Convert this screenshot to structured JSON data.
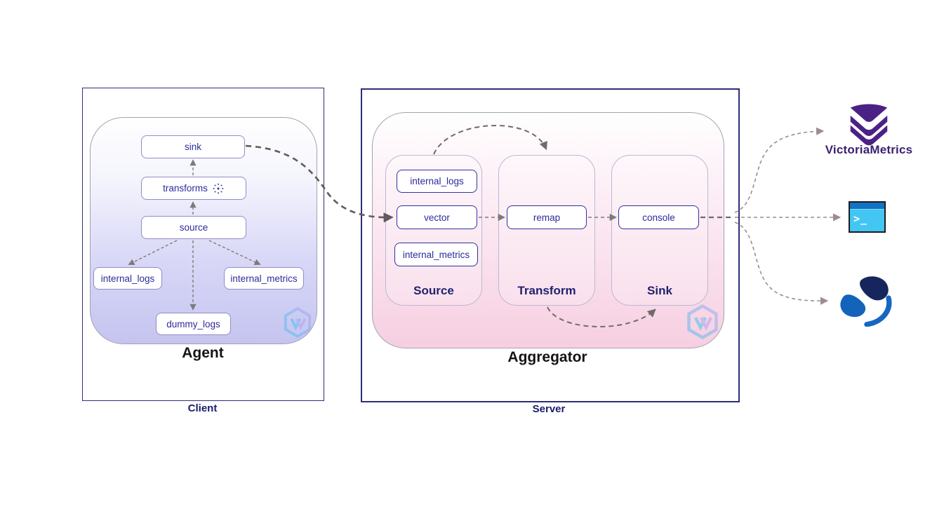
{
  "client": {
    "label": "Client",
    "agent": {
      "title": "Agent",
      "nodes": {
        "sink": "sink",
        "transforms": "transforms",
        "source": "source",
        "internal_logs": "internal_logs",
        "internal_metrics": "internal_metrics",
        "dummy_logs": "dummy_logs"
      }
    }
  },
  "server": {
    "label": "Server",
    "aggregator": {
      "title": "Aggregator",
      "groups": {
        "source": {
          "label": "Source",
          "nodes": {
            "internal_logs": "internal_logs",
            "vector": "vector",
            "internal_metrics": "internal_metrics"
          }
        },
        "transform": {
          "label": "Transform",
          "nodes": {
            "remap": "remap"
          }
        },
        "sink": {
          "label": "Sink",
          "nodes": {
            "console": "console"
          }
        }
      }
    }
  },
  "destinations": {
    "victoriametrics": {
      "label": "VictoriaMetrics"
    },
    "terminal": {
      "prompt": ">_"
    },
    "sematext": {}
  },
  "icons": {
    "transforms_sparkle": "dotted-circle-sparkle",
    "vector_watermark": "vector-hexagon-logo",
    "victoriametrics": "stacked-chevrons-logo",
    "terminal": "console-window-icon",
    "sematext": "blue-s-swirl-logo"
  },
  "colors": {
    "frame_border": "#2d2d78",
    "label_navy": "#1b1b70",
    "title_dark": "#141414",
    "node_border_agent": "#8f8dc9",
    "node_border_aggregator": "#32329b",
    "node_text": "#2b2b9c",
    "group_border": "#bdb7d2",
    "agent_gradient_bottom": "#c5c4f0",
    "aggregator_gradient_bottom": "#f6cfe1",
    "arrow_gray": "#7b7b7b",
    "arrow_dark": "#5f5a5c",
    "arrow_light": "#9b8d92",
    "vm_purple": "#4c2185",
    "vm_text": "#3b2173",
    "terminal_bar": "#1272c4",
    "terminal_body": "#43c6f3",
    "sematext_navy": "#16265c",
    "sematext_blue": "#1463bb",
    "vector_cyan": "#49c3ef",
    "vector_lavender": "#b1a5ee"
  }
}
